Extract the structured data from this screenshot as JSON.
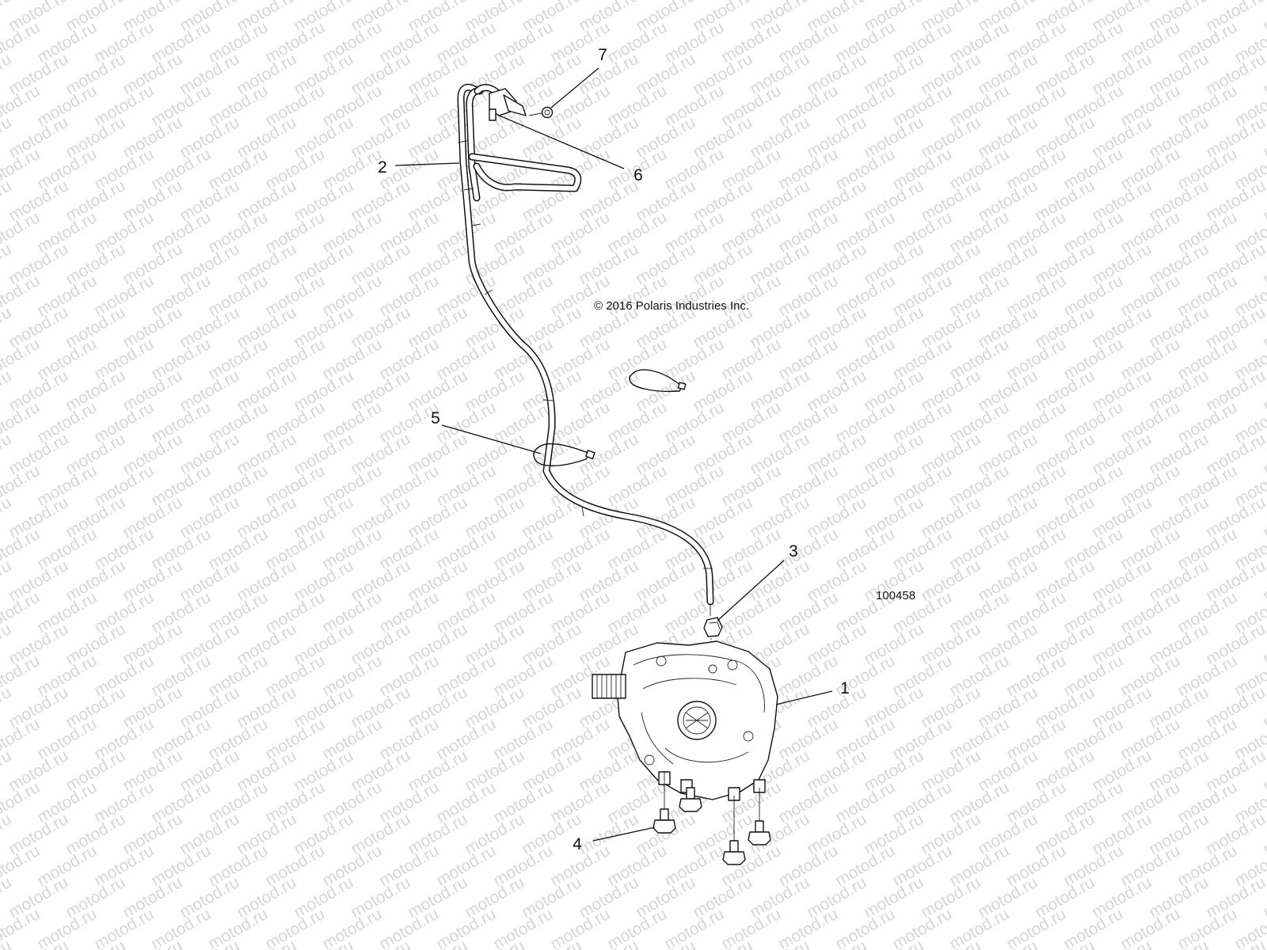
{
  "diagram": {
    "copyright": "© 2016 Polaris Industries Inc.",
    "figure_number": "100458",
    "watermark": "motod.ru",
    "callouts": [
      {
        "id": "callout-1",
        "label": "1",
        "part": "gearcase"
      },
      {
        "id": "callout-2",
        "label": "2",
        "part": "vent-hose"
      },
      {
        "id": "callout-3",
        "label": "3",
        "part": "hose-clamp"
      },
      {
        "id": "callout-4",
        "label": "4",
        "part": "bolt"
      },
      {
        "id": "callout-5",
        "label": "5",
        "part": "cable-tie"
      },
      {
        "id": "callout-6",
        "label": "6",
        "part": "retainer-clip"
      },
      {
        "id": "callout-7",
        "label": "7",
        "part": "nut"
      }
    ]
  }
}
